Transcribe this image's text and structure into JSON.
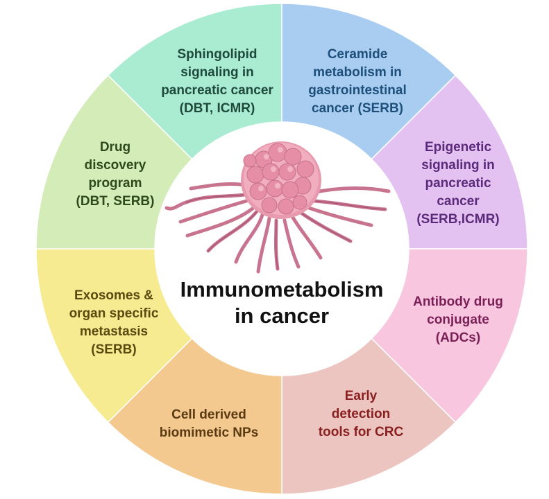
{
  "center": {
    "title_lines": [
      "Immunometabolism",
      "in cancer"
    ],
    "illustration": "tumor-cell-icon"
  },
  "segments": [
    {
      "id": "sphingolipid",
      "lines": [
        "Sphingolipid",
        "signaling in",
        "pancreatic cancer",
        "(DBT, ICMR)"
      ],
      "fill": "#a9ecd2",
      "text_color": "#1f4a3a"
    },
    {
      "id": "ceramide",
      "lines": [
        "Ceramide",
        "metabolism in",
        "gastrointestinal",
        "cancer (SERB)"
      ],
      "fill": "#a8cdf0",
      "text_color": "#1d4f7a"
    },
    {
      "id": "epigenetic",
      "lines": [
        "Epigenetic",
        "signaling in",
        "pancreatic",
        "cancer",
        "(SERB,ICMR)"
      ],
      "fill": "#e3c2f2",
      "text_color": "#5b2a7a"
    },
    {
      "id": "adc",
      "lines": [
        "Antibody drug",
        "conjugate",
        "(ADCs)"
      ],
      "fill": "#f8c6df",
      "text_color": "#7a1f56"
    },
    {
      "id": "early-detection",
      "lines": [
        "Early",
        "detection",
        "tools for CRC"
      ],
      "fill": "#ecc4c0",
      "text_color": "#8a1f1f"
    },
    {
      "id": "biomimetic",
      "lines": [
        "Cell derived",
        "biomimetic NPs"
      ],
      "fill": "#f3c98f",
      "text_color": "#5a3a12"
    },
    {
      "id": "exosomes",
      "lines": [
        "Exosomes &",
        "organ specific",
        "metastasis",
        "(SERB)"
      ],
      "fill": "#f7eb92",
      "text_color": "#5a4a10"
    },
    {
      "id": "drug-discovery",
      "lines": [
        "Drug",
        "discovery",
        "program",
        "(DBT, SERB)"
      ],
      "fill": "#d4edb8",
      "text_color": "#2e4a1c"
    }
  ]
}
